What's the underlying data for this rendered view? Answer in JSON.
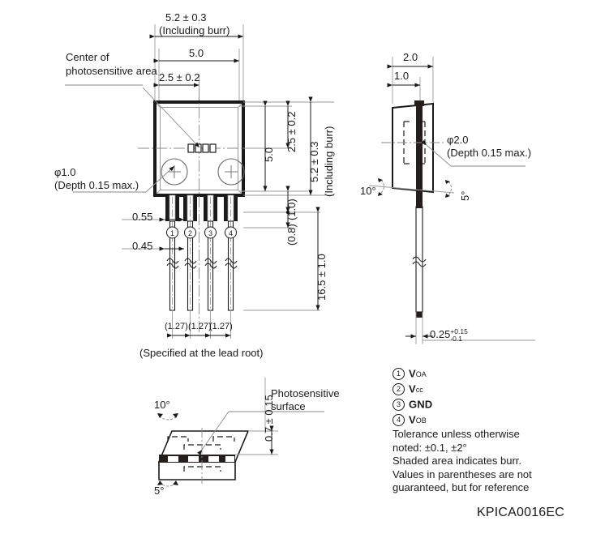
{
  "drawing": {
    "part_number": "KPICA0016EC",
    "front_view": {
      "dim_width_burr": "5.2 ± 0.3",
      "dim_width_burr_note": "(Including burr)",
      "dim_width": "5.0",
      "dim_center_x": "2.5 ± 0.2",
      "dim_height": "5.0",
      "dim_height_center": "2.5 ± 0.2",
      "dim_height_burr": "5.2 ± 0.3",
      "dim_height_burr_note": "(Including burr)",
      "dim_ref_1_0": "(1.0)",
      "dim_ref_0_8": "(0.8)",
      "dim_lead_length": "16.5 ± 1.0",
      "dim_lead_width_top": "0.55",
      "dim_lead_width_bottom": "0.45",
      "callout_center": "Center of\nphotosensitive area",
      "callout_hole": "φ1.0\n(Depth 0.15 max.)",
      "pitch_values": [
        "(1.27)",
        "(1.27)",
        "(1.27)"
      ],
      "pitch_note": "(Specified at the lead root)",
      "pin_numbers": [
        "1",
        "2",
        "3",
        "4"
      ]
    },
    "side_view": {
      "dim_depth": "2.0",
      "dim_offset": "1.0",
      "callout_hole": "φ2.0\n(Depth 0.15 max.)",
      "angle_left": "10°",
      "angle_right": "5°",
      "dim_lead_thickness": "0.25",
      "dim_lead_tol_plus": "+0.15",
      "dim_lead_tol_minus": "-0.1"
    },
    "bottom_view": {
      "angle_top": "10°",
      "angle_bottom": "5°",
      "dim_surface_height": "0.7 ± 0.15",
      "callout_surface": "Photosensitive\nsurface"
    },
    "pin_legend": [
      {
        "num": "1",
        "name": "V",
        "sub": "OA"
      },
      {
        "num": "2",
        "name": "V",
        "sub": "cc"
      },
      {
        "num": "3",
        "name": "GND",
        "sub": ""
      },
      {
        "num": "4",
        "name": "V",
        "sub": "OB"
      }
    ],
    "notes": "Tolerance unless otherwise\nnoted: ±0.1, ±2°\nShaded area indicates burr.\nValues in parentheses are not\nguaranteed, but for reference"
  },
  "colors": {
    "ink": "#1a1a1a",
    "thin": "#8a8a8a",
    "shade": "#2a2a2a",
    "background": "#ffffff"
  }
}
